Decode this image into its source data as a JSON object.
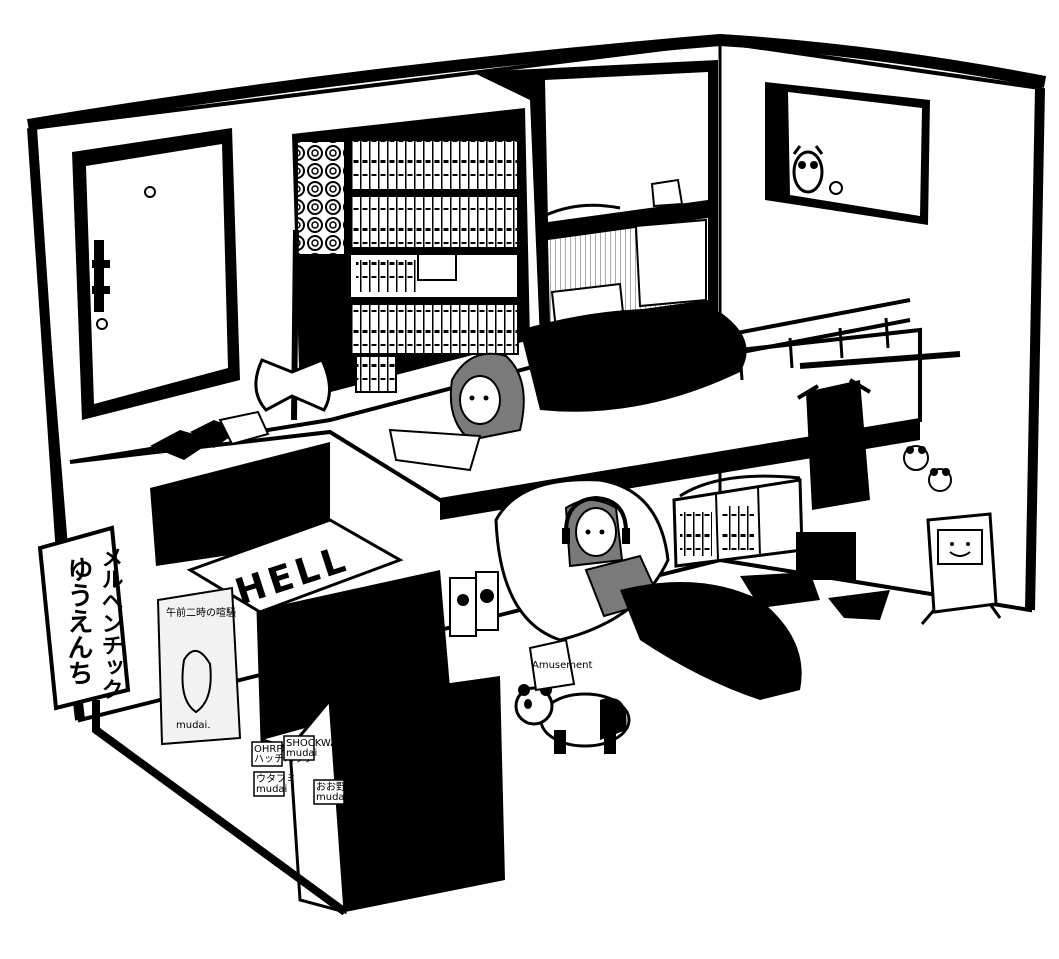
{
  "illustration": {
    "hanging_sign": {
      "line1": "メルヘンチック",
      "line2": "ゆうえんち"
    },
    "rug_text": "HELL",
    "poster": {
      "title": "午前二時の喧騒",
      "signature": "mudai."
    },
    "stickers": [
      {
        "line1": "OHRPAGO",
        "line2": "ハッチバック"
      },
      {
        "line1": "SHOCKWAVE",
        "line2": "mudai"
      },
      {
        "line1": "ウタフミ",
        "line2": "mudai"
      },
      {
        "line1": "おお野菜",
        "line2": "mudai"
      }
    ],
    "snack_bag": "Amusement",
    "colors": {
      "ink": "#000000",
      "paper": "#ffffff",
      "gray": "#cfcfcf",
      "dark_gray": "#7a7a7a"
    }
  }
}
